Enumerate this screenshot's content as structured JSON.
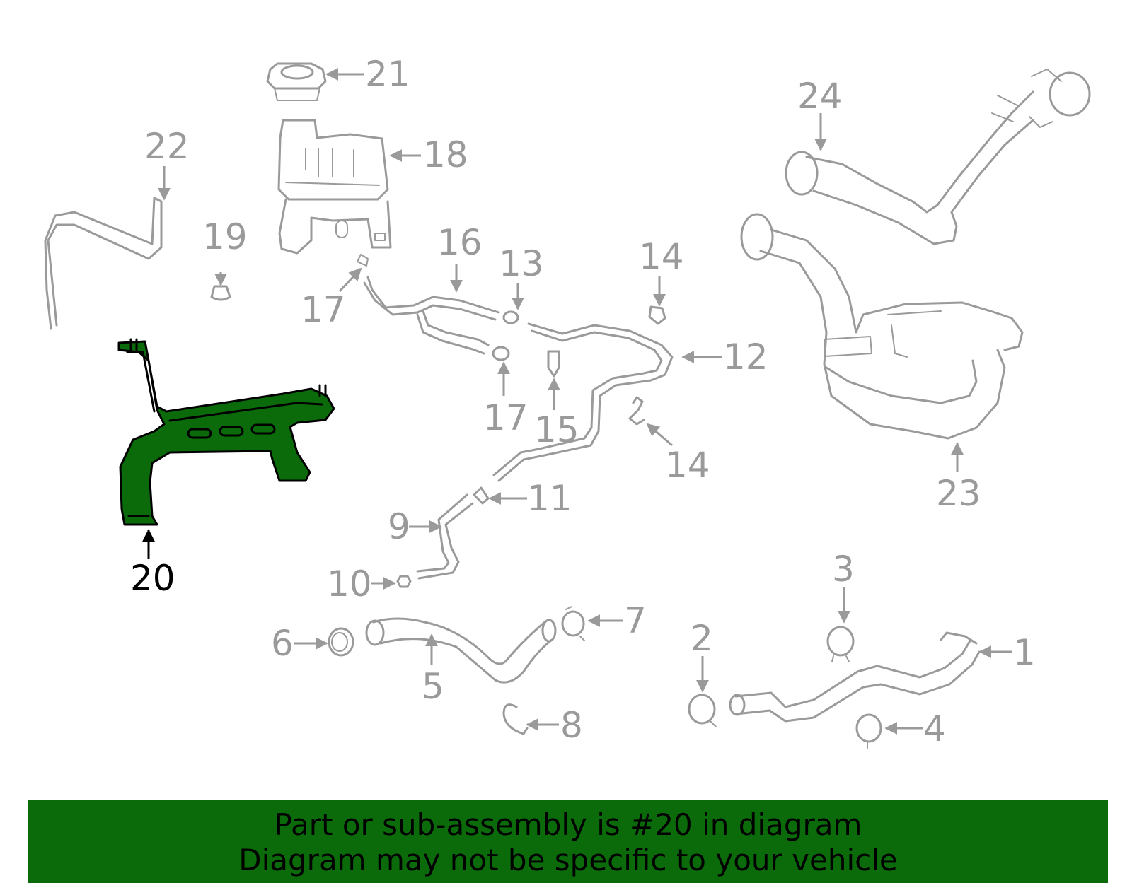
{
  "colors": {
    "part_stroke": "#9a9a9a",
    "highlight_fill": "#0b6b0b",
    "highlight_text": "#000000",
    "banner_bg": "#0b6b0b"
  },
  "callouts": {
    "c1": "1",
    "c2": "2",
    "c3": "3",
    "c4": "4",
    "c5": "5",
    "c6": "6",
    "c7": "7",
    "c8": "8",
    "c9": "9",
    "c10": "10",
    "c11": "11",
    "c12": "12",
    "c13": "13",
    "c14a": "14",
    "c14b": "14",
    "c15": "15",
    "c16": "16",
    "c17a": "17",
    "c17b": "17",
    "c18": "18",
    "c19": "19",
    "c20": "20",
    "c21": "21",
    "c22": "22",
    "c23": "23",
    "c24": "24"
  },
  "highlighted_part": "20",
  "banner": {
    "line1": "Part or sub-assembly is #20 in diagram",
    "line2": "Diagram may not be specific to your vehicle"
  }
}
